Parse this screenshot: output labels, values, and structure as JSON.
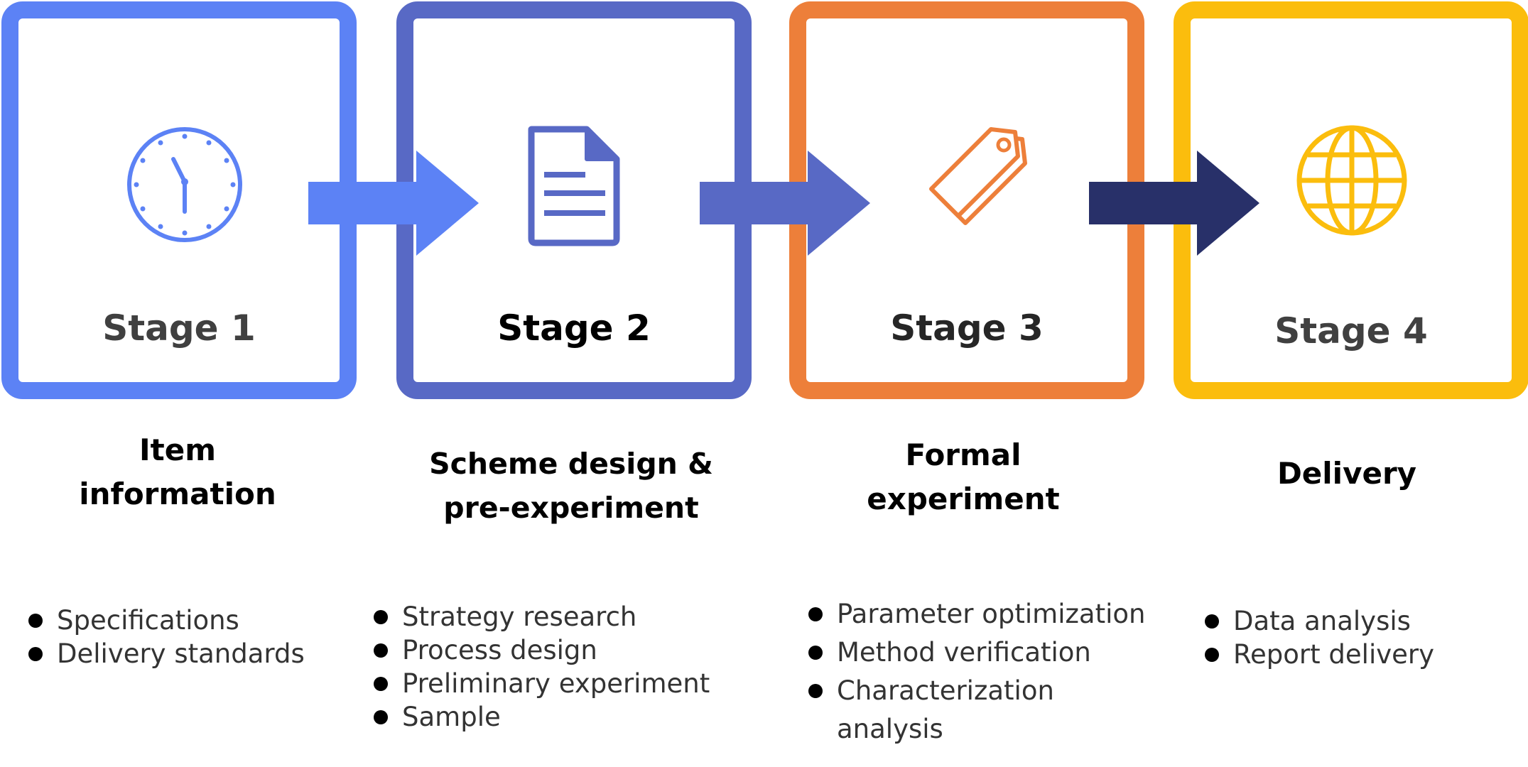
{
  "stages": [
    {
      "title": "Stage 1",
      "heading": "Item information",
      "icon": "clock-icon",
      "color": "#5c82f5",
      "items": [
        "Specifications",
        "Delivery standards"
      ]
    },
    {
      "title": "Stage 2",
      "heading": "Scheme design & pre-experiment",
      "icon": "document-icon",
      "color": "#5869c5",
      "items": [
        "Strategy research",
        "Process design",
        "Preliminary experiment",
        "Sample"
      ]
    },
    {
      "title": "Stage 3",
      "heading": "Formal experiment",
      "icon": "tag-icon",
      "color": "#ed7f3a",
      "items": [
        "Parameter optimization",
        "Method verification",
        "Characterization analysis"
      ]
    },
    {
      "title": "Stage 4",
      "heading": "Delivery",
      "icon": "globe-icon",
      "color": "#fbbd0d",
      "items": [
        "Data analysis",
        "Report delivery"
      ]
    }
  ],
  "arrows": [
    {
      "icon": "arrow-right-icon",
      "color": "#5c82f5"
    },
    {
      "icon": "arrow-right-icon",
      "color": "#5869c5"
    },
    {
      "icon": "arrow-right-icon",
      "color": "#283069"
    }
  ]
}
